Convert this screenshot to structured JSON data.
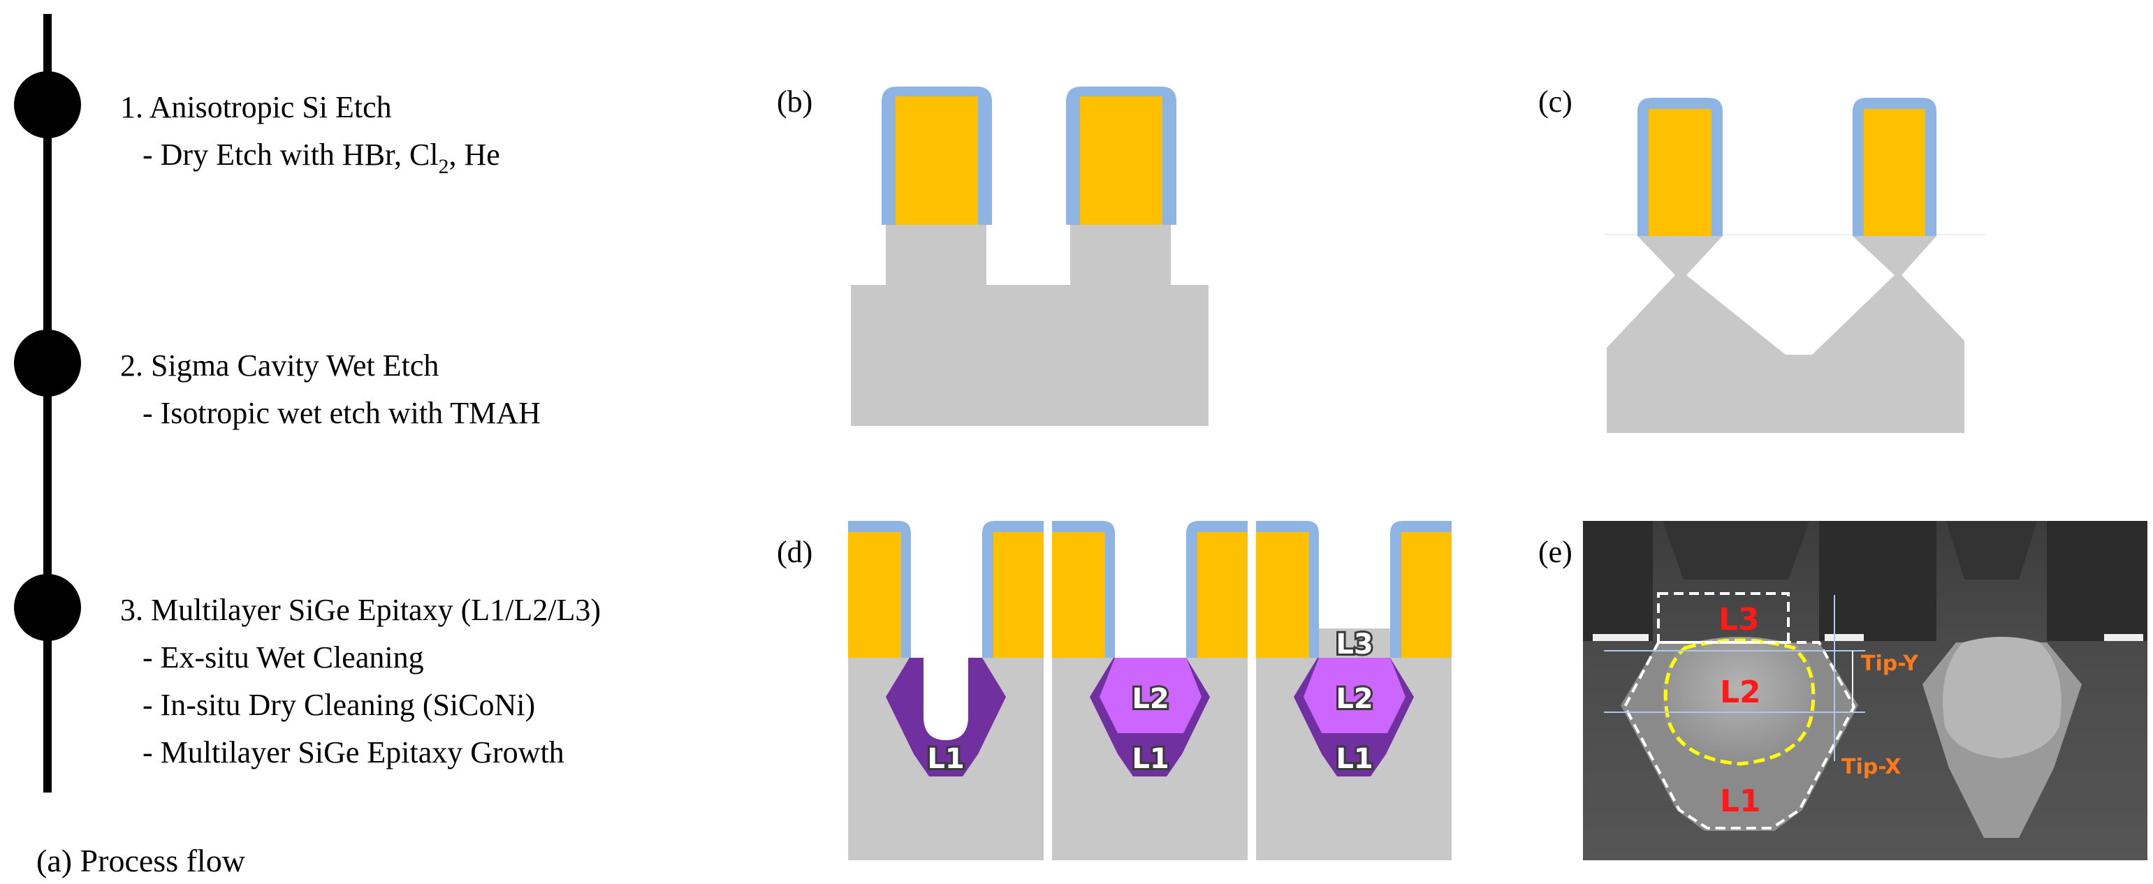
{
  "process_flow": {
    "steps": [
      {
        "title": "1. Anisotropic Si Etch",
        "subs": [
          {
            "text": "- Dry Etch with HBr, Cl",
            "sub": "2",
            "after": ", He"
          }
        ]
      },
      {
        "title": "2. Sigma Cavity Wet Etch",
        "subs": [
          {
            "text": "- Isotropic wet etch with TMAH"
          }
        ]
      },
      {
        "title": "3. Multilayer SiGe Epitaxy (L1/L2/L3)",
        "subs": [
          {
            "text": "- Ex-situ Wet Cleaning"
          },
          {
            "text": "- In-situ Dry Cleaning (SiCoNi)"
          },
          {
            "text": "- Multilayer  SiGe Epitaxy Growth"
          }
        ]
      }
    ],
    "caption": "(a) Process flow"
  },
  "panels": {
    "b": "(b)",
    "c": "(c)",
    "d": "(d)",
    "e": "(e)"
  },
  "layers": {
    "l1": "L1",
    "l2": "L2",
    "l3": "L3"
  },
  "tem": {
    "l1": "L1",
    "l2": "L2",
    "l3": "L3",
    "tip_y": "Tip-Y",
    "tip_x": "Tip-X"
  },
  "colors": {
    "gate": "#ffc000",
    "spacer": "#8eb4e3",
    "silicon": "#c8c8c8",
    "sige_l1": "#7030a0",
    "sige_l2": "#cc66ff",
    "sige_l3": "#e8a6ff"
  }
}
